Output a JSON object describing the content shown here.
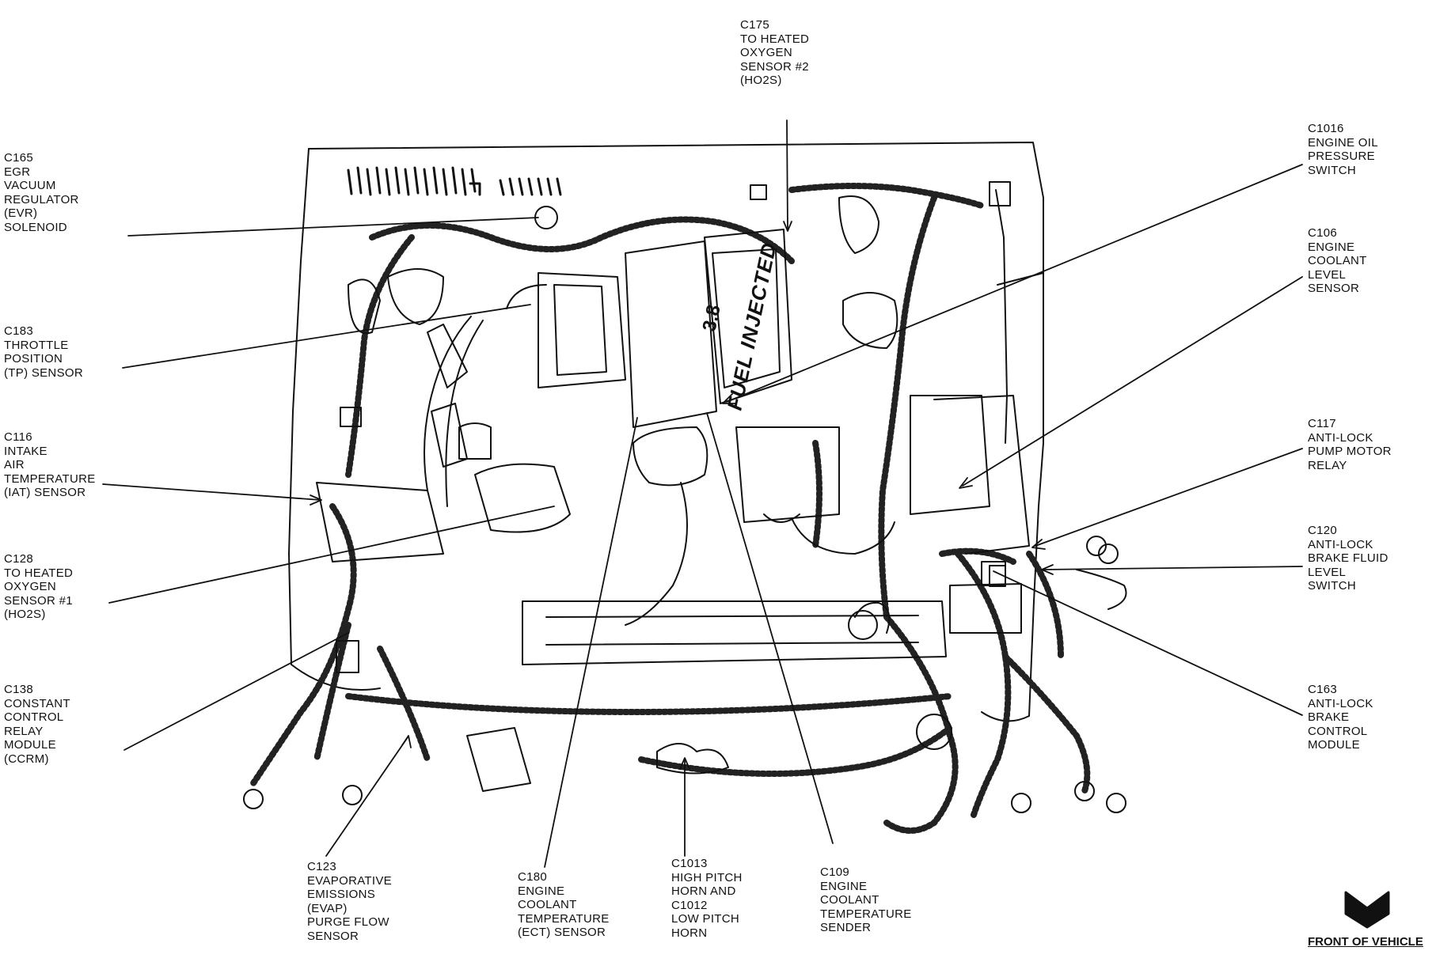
{
  "labels": [
    {
      "id": "c175",
      "lines": [
        "C175",
        "TO HEATED",
        "OXYGEN",
        "SENSOR #2",
        "(HO2S)"
      ]
    },
    {
      "id": "c165",
      "lines": [
        "C165",
        "EGR",
        "VACUUM",
        "REGULATOR",
        "(EVR)",
        "SOLENOID"
      ]
    },
    {
      "id": "c183",
      "lines": [
        "C183",
        "THROTTLE",
        "POSITION",
        "(TP) SENSOR"
      ]
    },
    {
      "id": "c116",
      "lines": [
        "C116",
        "INTAKE",
        "AIR",
        "TEMPERATURE",
        "(IAT) SENSOR"
      ]
    },
    {
      "id": "c128",
      "lines": [
        "C128",
        "TO HEATED",
        "OXYGEN",
        "SENSOR #1",
        "(HO2S)"
      ]
    },
    {
      "id": "c138",
      "lines": [
        "C138",
        "CONSTANT",
        "CONTROL",
        "RELAY",
        "MODULE",
        "(CCRM)"
      ]
    },
    {
      "id": "c123",
      "lines": [
        "C123",
        "EVAPORATIVE",
        "EMISSIONS",
        "(EVAP)",
        "PURGE FLOW",
        "SENSOR"
      ]
    },
    {
      "id": "c180",
      "lines": [
        "C180",
        "ENGINE",
        "COOLANT",
        "TEMPERATURE",
        "(ECT) SENSOR"
      ]
    },
    {
      "id": "c1013",
      "lines": [
        "C1013",
        "HIGH PITCH",
        "HORN AND",
        "C1012",
        "LOW PITCH",
        "HORN"
      ]
    },
    {
      "id": "c109",
      "lines": [
        "C109",
        "ENGINE",
        "COOLANT",
        "TEMPERATURE",
        "SENDER"
      ]
    },
    {
      "id": "c1016",
      "lines": [
        "C1016",
        "ENGINE OIL",
        "PRESSURE",
        "SWITCH"
      ]
    },
    {
      "id": "c106",
      "lines": [
        "C106",
        "ENGINE",
        "COOLANT",
        "LEVEL",
        "SENSOR"
      ]
    },
    {
      "id": "c117",
      "lines": [
        "C117",
        "ANTI-LOCK",
        "PUMP MOTOR",
        "RELAY"
      ]
    },
    {
      "id": "c120",
      "lines": [
        "C120",
        "ANTI-LOCK",
        "BRAKE FLUID",
        "LEVEL",
        "SWITCH"
      ]
    },
    {
      "id": "c163",
      "lines": [
        "C163",
        "ANTI-LOCK",
        "BRAKE",
        "CONTROL",
        "MODULE"
      ]
    }
  ],
  "engine_cover_text": "FUEL INJECTED",
  "engine_badge_text": "3.8",
  "front_label": "FRONT OF VEHICLE",
  "icons": {
    "front_arrow": "down-arrow-icon"
  },
  "colors": {
    "ink": "#111111",
    "background": "#ffffff"
  }
}
